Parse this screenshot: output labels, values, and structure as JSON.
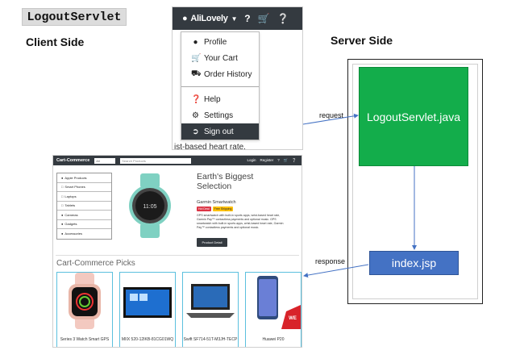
{
  "title": "LogoutServlet",
  "labels": {
    "client": "Client Side",
    "server": "Server Side"
  },
  "account_menu": {
    "username": "AliLovely",
    "items": [
      {
        "icon": "user-icon",
        "label": "Profile"
      },
      {
        "icon": "cart-icon",
        "label": "Your Cart"
      },
      {
        "icon": "truck-icon",
        "label": "Order History"
      },
      {
        "icon": "question-circle-icon",
        "label": "Help"
      },
      {
        "icon": "gear-icon",
        "label": "Settings"
      },
      {
        "icon": "sign-out-icon",
        "label": "Sign out"
      }
    ],
    "fragment": "ist-based heart rate,"
  },
  "server": {
    "servlet": "LogoutServlet.java",
    "jsp": "index.jsp"
  },
  "arrows": {
    "request": "request",
    "response": "response"
  },
  "store": {
    "brand": "Cart-Commerce",
    "category_select": "All",
    "search_placeholder": "Search Products",
    "login": "Login",
    "register": "Register",
    "sidebar": [
      "Apple Products",
      "Smart Phones",
      "Laptops",
      "Tablets",
      "Cameras",
      "Gadgets",
      "Accessories"
    ],
    "hero": {
      "heading": "Earth's Biggest Selection",
      "product": "Garmin Smartwatch",
      "badge_hot": "Hot Deal",
      "badge_free": "Free Shipping",
      "description": "GPS smartwatch with built-in sports apps, wrist-based heart rate, Garmin Pay™ contactless payments and optional music. GPS smartwatch with built-in sports apps, wrist-based heart rate, Garmin Pay™ contactless payments and optional music.",
      "button": "Product Detail"
    },
    "picks_title": "Cart-Commerce Picks",
    "picks": [
      {
        "name": "Series 3 Watch Smart GPS"
      },
      {
        "name": "MIIX 520-12IKB-81CG01WQ"
      },
      {
        "name": "Swift SF714-51T-M3JH-TECP"
      },
      {
        "name": "Huawei P20"
      }
    ]
  },
  "colors": {
    "servlet_box": "#13ad4b",
    "jsp_box": "#4472c4",
    "navbar": "#343a40",
    "arrow": "#4472c4"
  }
}
